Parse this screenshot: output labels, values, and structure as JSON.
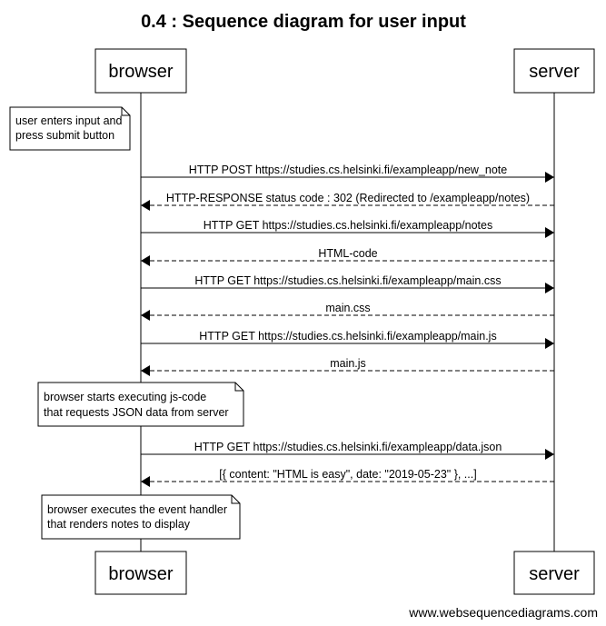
{
  "title": "0.4 : Sequence diagram for user input",
  "actors": {
    "browser": "browser",
    "server": "server"
  },
  "notes": [
    {
      "lines": [
        "user enters input and",
        "press submit button"
      ]
    },
    {
      "lines": [
        "browser starts executing js-code",
        "that requests JSON data from server"
      ]
    },
    {
      "lines": [
        "browser executes the event handler",
        "that renders notes to display"
      ]
    }
  ],
  "messages": [
    {
      "label": "HTTP POST https://studies.cs.helsinki.fi/exampleapp/new_note",
      "direction": "request"
    },
    {
      "label": "HTTP-RESPONSE status code : 302 (Redirected to  /exampleapp/notes)",
      "direction": "response"
    },
    {
      "label": "HTTP GET https://studies.cs.helsinki.fi/exampleapp/notes",
      "direction": "request"
    },
    {
      "label": "HTML-code",
      "direction": "response"
    },
    {
      "label": "HTTP GET https://studies.cs.helsinki.fi/exampleapp/main.css",
      "direction": "request"
    },
    {
      "label": "main.css",
      "direction": "response"
    },
    {
      "label": "HTTP GET https://studies.cs.helsinki.fi/exampleapp/main.js",
      "direction": "request"
    },
    {
      "label": "main.js",
      "direction": "response"
    },
    {
      "label": "HTTP GET https://studies.cs.helsinki.fi/exampleapp/data.json",
      "direction": "request"
    },
    {
      "label": "[{ content: \"HTML is easy\", date: \"2019-05-23\" }, ...]",
      "direction": "response"
    }
  ],
  "footer": "www.websequencediagrams.com"
}
